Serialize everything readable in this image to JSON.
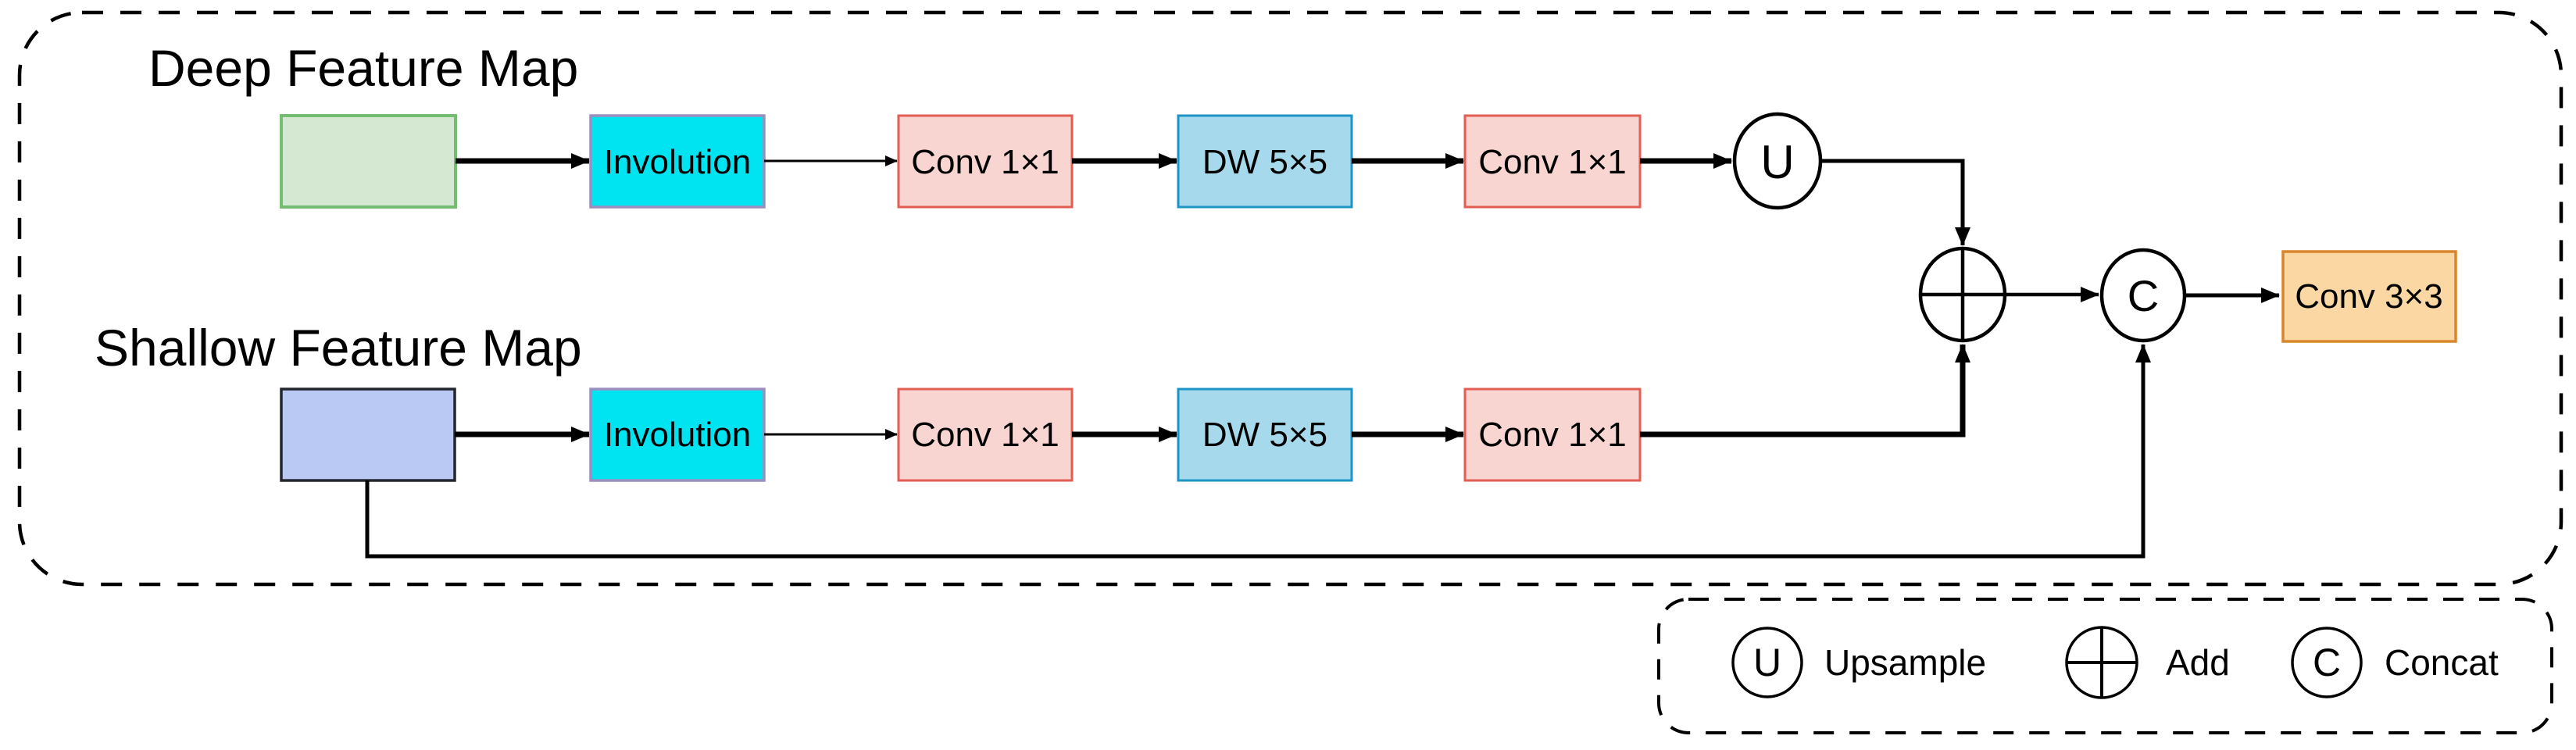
{
  "nodes": {
    "deep_title": "Deep Feature Map",
    "shallow_title": "Shallow Feature Map",
    "deep_involution": "Involution",
    "deep_conv1": "Conv 1×1",
    "deep_dw": "DW 5×5",
    "deep_conv2": "Conv 1×1",
    "shallow_involution": "Involution",
    "shallow_conv1": "Conv 1×1",
    "shallow_dw": "DW 5×5",
    "shallow_conv2": "Conv 1×1",
    "output_conv": "Conv 3×3",
    "upsample_symbol": "U",
    "concat_symbol": "C"
  },
  "legend": {
    "upsample": {
      "symbol": "U",
      "label": "Upsample"
    },
    "add": {
      "label": "Add"
    },
    "concat": {
      "symbol": "C",
      "label": "Concat"
    }
  },
  "colors": {
    "deep_feature_fill": "#d4e8d2",
    "deep_feature_stroke": "#76bd74",
    "involution_fill": "#00e4f2",
    "involution_stroke": "#9b8fc0",
    "conv_fill": "#f9d5d2",
    "conv_stroke": "#e25e53",
    "dw_fill": "#a6d9ec",
    "dw_stroke": "#1d94c6",
    "shallow_feature_fill": "#bac9f4",
    "shallow_feature_stroke": "#23262e",
    "output_fill": "#fbd7a4",
    "output_stroke": "#d8862c"
  }
}
